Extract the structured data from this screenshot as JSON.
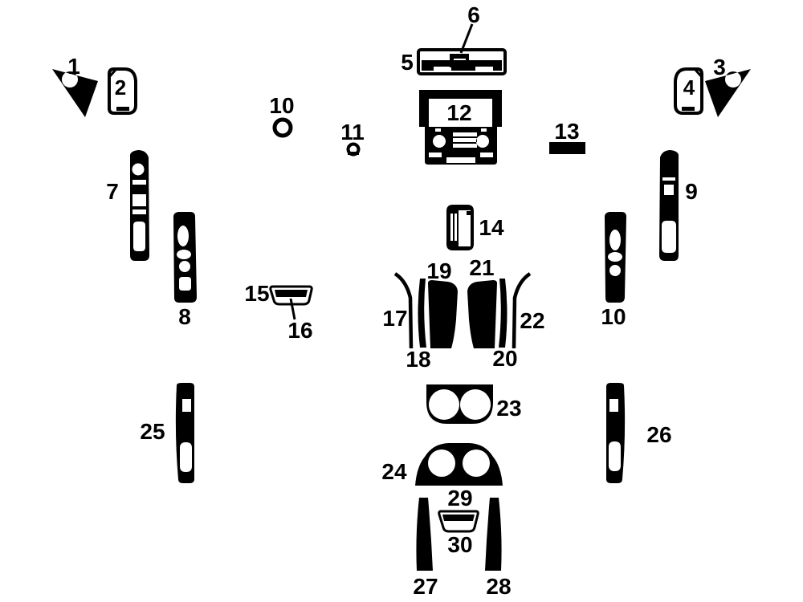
{
  "diagram": {
    "background_color": "#ffffff",
    "ink_color": "#000000",
    "labels": {
      "p1": "1",
      "p2": "2",
      "p3": "3",
      "p4": "4",
      "p5": "5",
      "p6": "6",
      "p7": "7",
      "p8": "8",
      "p9": "9",
      "p10a": "10",
      "p10b": "10",
      "p11": "11",
      "p12": "12",
      "p13": "13",
      "p14": "14",
      "p15": "15",
      "p16": "16",
      "p17": "17",
      "p18": "18",
      "p19": "19",
      "p20": "20",
      "p21": "21",
      "p22": "22",
      "p23": "23",
      "p24": "24",
      "p25": "25",
      "p26": "26",
      "p27": "27",
      "p28": "28",
      "p29": "29",
      "p30": "30"
    }
  }
}
